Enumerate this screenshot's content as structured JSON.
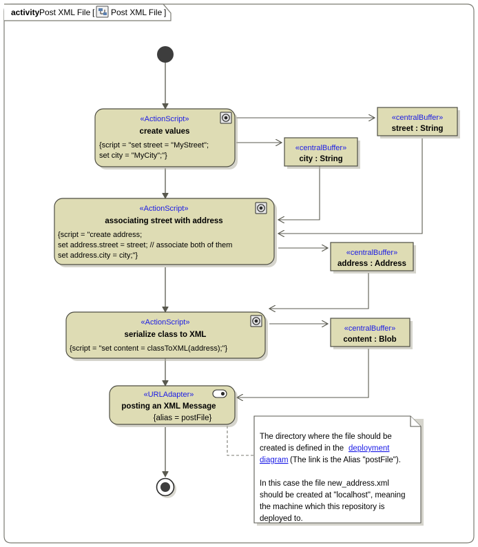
{
  "frame": {
    "keyword": "activity",
    "title": "Post XML File",
    "tab_icon": "activity-diagram-icon",
    "tab_label": "Post XML File",
    "bracket_open": "[",
    "bracket_close": "]"
  },
  "nodes": {
    "initial": {
      "label": "initial-node"
    },
    "final": {
      "label": "activity-final-node"
    },
    "action1": {
      "stereotype": "«ActionScript»",
      "name": "create values",
      "icon": "script-gear-icon",
      "script_lines": [
        "{script = \"set street = \"MyStreet\";",
        "set city = \"MyCity\";\"}"
      ]
    },
    "action2": {
      "stereotype": "«ActionScript»",
      "name": "associating street with address",
      "icon": "script-gear-icon",
      "script_lines": [
        "{script = \"create address;",
        "set address.street = street; // associate both of them",
        "set address.city = city;\"}"
      ]
    },
    "action3": {
      "stereotype": "«ActionScript»",
      "name": "serialize class to XML",
      "icon": "script-gear-icon",
      "script_lines": [
        "{script = \"set content = classToXML(address);\"}"
      ]
    },
    "action4": {
      "stereotype": "«URLAdapter»",
      "name": "posting an XML Message",
      "icon": "url-adapter-pill-icon",
      "alias": "{alias = postFile}"
    }
  },
  "buffers": [
    {
      "id": "street",
      "stereotype": "«centralBuffer»",
      "name": "street : String"
    },
    {
      "id": "city",
      "stereotype": "«centralBuffer»",
      "name": "city : String"
    },
    {
      "id": "address",
      "stereotype": "«centralBuffer»",
      "name": "address : Address"
    },
    {
      "id": "content",
      "stereotype": "«centralBuffer»",
      "name": "content : Blob"
    }
  ],
  "note": {
    "para1_part1": "The directory where the file should be",
    "para1_part2": "created is defined in the ",
    "link_part1": "deployment",
    "link_part2": "diagram",
    "para1_part3": " (The link is the Alias \"postFile\").",
    "para2_line1": "In this case the file new_address.xml",
    "para2_line2": "should be created at \"localhost\", meaning",
    "para2_line3": "the machine which this repository is",
    "para2_line4": "deployed to."
  },
  "colors": {
    "node_fill": "#dedcb4",
    "node_stroke": "#4d4d42",
    "stereotype_text": "#1a1ae6",
    "link_text": "#1a1ae6",
    "flow_stroke": "#59594f",
    "canvas": "#ffffff"
  }
}
